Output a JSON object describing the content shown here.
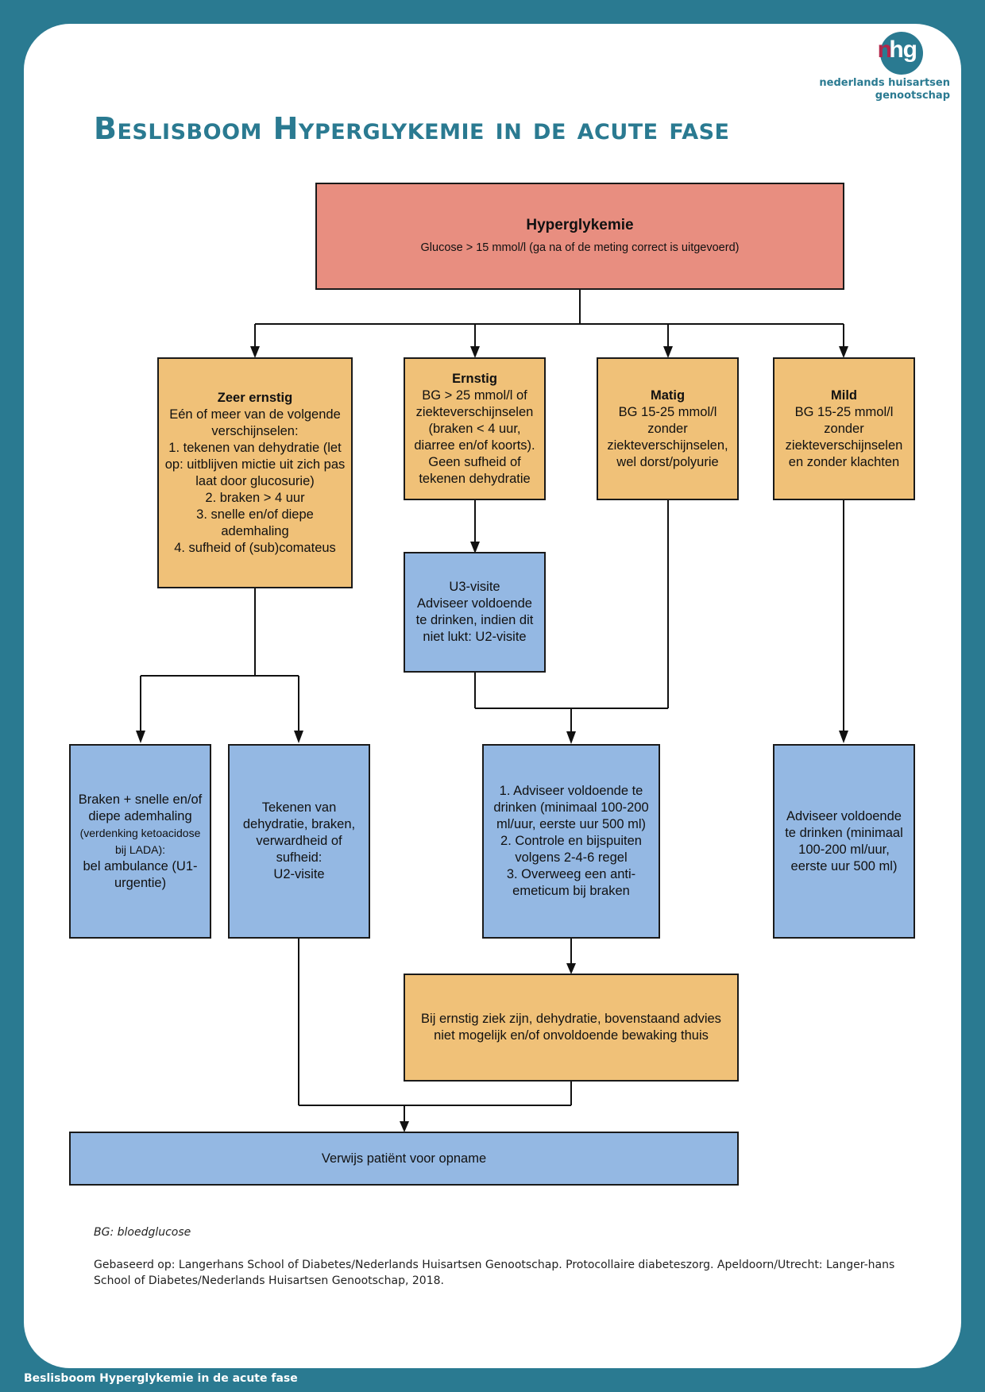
{
  "logo": {
    "mark_left": "n",
    "mark_right": "hg",
    "line1": "nederlands huisartsen",
    "line2": "genootschap"
  },
  "title": "Beslisboom Hyperglykemie in de acute fase",
  "nodes": {
    "top": {
      "title": "Hyperglykemie",
      "text": "Glucose > 15 mmol/l (ga na of de meting correct is uitgevoerd)"
    },
    "zeer_ernstig": {
      "title": "Zeer ernstig",
      "lines": [
        "Eén of meer van de volgende verschijnselen:",
        "1. tekenen van dehydratie (let op:  uitblijven mictie uit zich pas laat door glucosurie)",
        "2. braken > 4 uur",
        "3. snelle en/of diepe ademhaling",
        "4. sufheid of (sub)comateus"
      ]
    },
    "ernstig": {
      "title": "Ernstig",
      "text": "BG > 25 mmol/l of ziekteverschijnselen (braken < 4 uur, diarree en/of koorts). Geen sufheid of tekenen dehydratie"
    },
    "matig": {
      "title": "Matig",
      "text": "BG 15-25 mmol/l zonder ziekteverschijnselen, wel dorst/polyurie"
    },
    "mild": {
      "title": "Mild",
      "text": "BG 15-25 mmol/l zonder ziekteverschijnselen en zonder klachten"
    },
    "u3": {
      "line1": "U3-visite",
      "line2": "Adviseer voldoende te drinken, indien dit niet lukt: U2-visite"
    },
    "ambulance": {
      "line1": "Braken + snelle en/of diepe ademhaling",
      "small": "(verdenking ketoacidose bij LADA):",
      "line2": "bel ambulance (U1-urgentie)"
    },
    "u2": {
      "text": "Tekenen van dehydratie, braken, verwardheid of sufheid:",
      "line2": "U2-visite"
    },
    "advies": {
      "lines": [
        "1. Adviseer voldoende te drinken (minimaal 100-200 ml/uur, eerste uur 500 ml)",
        "2. Controle en bijspuiten volgens 2-4-6 regel",
        "3. Overweeg een anti-emeticum bij braken"
      ]
    },
    "mild_advies": {
      "text": "Adviseer voldoende te drinken (minimaal 100-200 ml/uur, eerste uur 500 ml)"
    },
    "ernstig_ziek": {
      "text": "Bij ernstig ziek zijn, dehydratie, bovenstaand advies niet mogelijk en/of onvoldoende bewaking thuis"
    },
    "opname": {
      "text": "Verwijs patiënt voor opname"
    }
  },
  "colors": {
    "teal": "#2a7a91",
    "red_box": "#e88e80",
    "orange_box": "#f0c178",
    "blue_box": "#94b8e3",
    "logo_accent": "#b3264a"
  },
  "footnote": "BG: bloedglucose",
  "source": "Gebaseerd op: Langerhans School of Diabetes/Nederlands Huisartsen Genootschap. Protocollaire diabeteszorg. Apeldoorn/Utrecht: Langer-hans School of Diabetes/Nederlands Huisartsen Genootschap, 2018.",
  "footer": "Beslisboom Hyperglykemie in de acute fase"
}
